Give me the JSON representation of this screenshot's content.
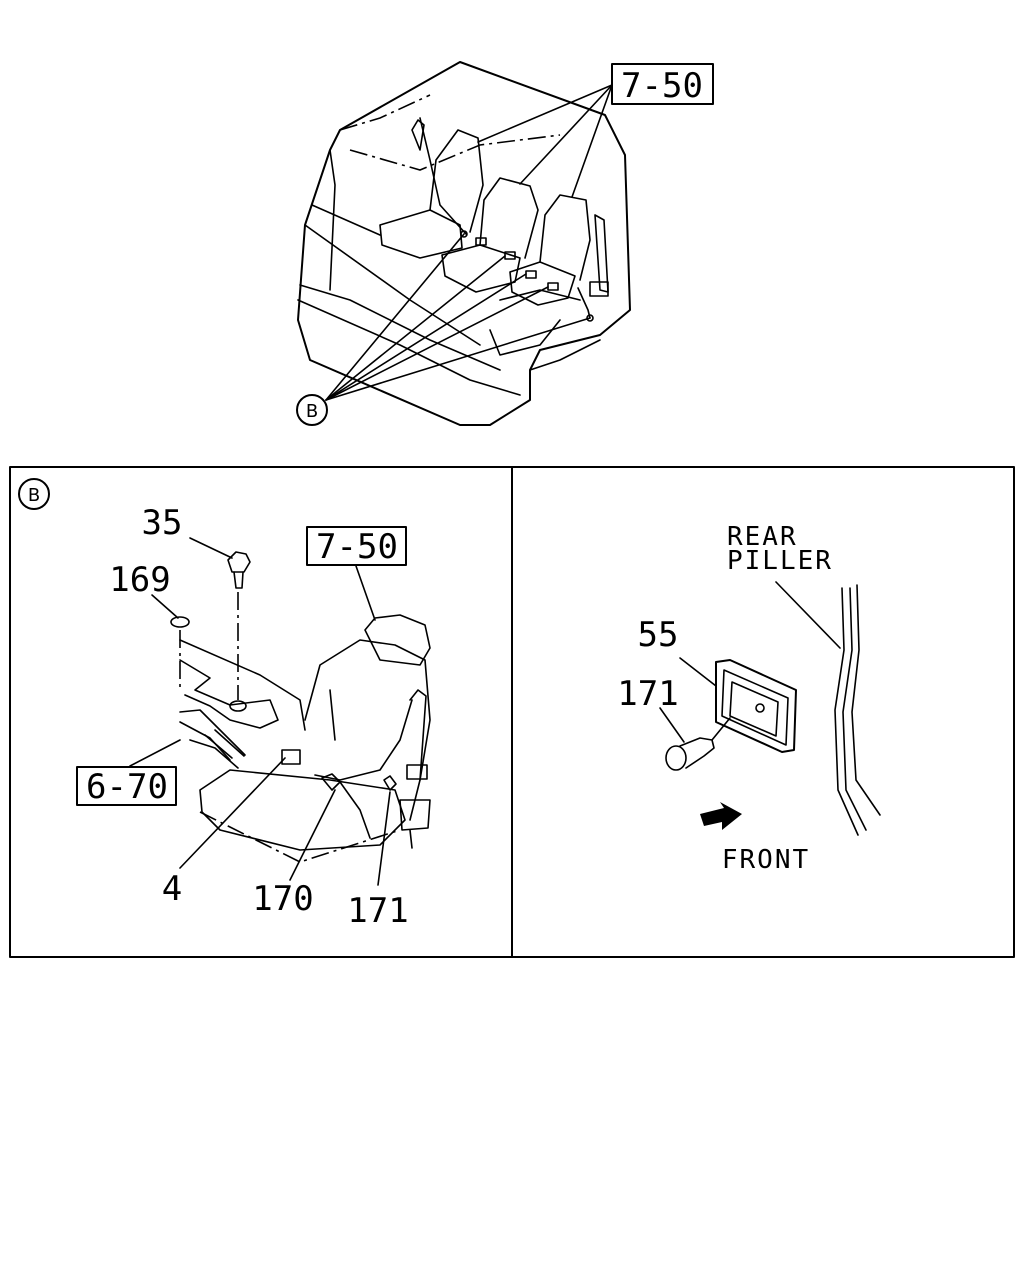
{
  "refs": {
    "top_ref": "7-50",
    "detail_ref": "7-50",
    "floor_ref": "6-70"
  },
  "callouts": {
    "top_b": "B",
    "detail_b": "B"
  },
  "parts": {
    "p35": "35",
    "p169": "169",
    "p4": "4",
    "p170": "170",
    "p171_left": "171",
    "p55": "55",
    "p171_right": "171"
  },
  "notes": {
    "rear_line1": "REAR",
    "rear_line2": "PILLER",
    "front": "FRONT"
  }
}
